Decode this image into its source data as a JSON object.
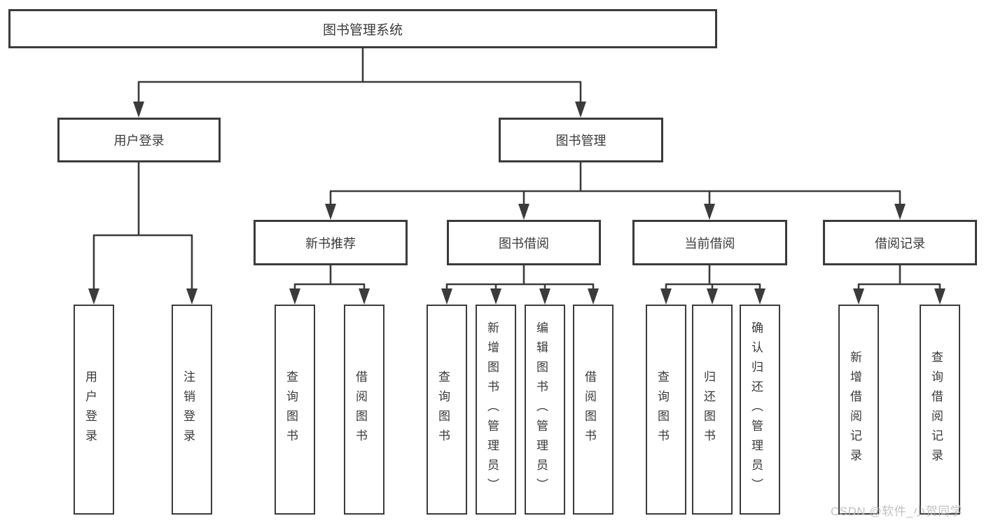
{
  "tree": {
    "label": "图书管理系统",
    "children": [
      {
        "label": "用户登录",
        "children": [
          {
            "label": "用户登录"
          },
          {
            "label": "注销登录"
          }
        ]
      },
      {
        "label": "图书管理",
        "children": [
          {
            "label": "新书推荐",
            "children": [
              {
                "label": "查询图书"
              },
              {
                "label": "借阅图书"
              }
            ]
          },
          {
            "label": "图书借阅",
            "children": [
              {
                "label": "查询图书"
              },
              {
                "label": "新增图书（管理员）"
              },
              {
                "label": "编辑图书（管理员）"
              },
              {
                "label": "借阅图书"
              }
            ]
          },
          {
            "label": "当前借阅",
            "children": [
              {
                "label": "查询图书"
              },
              {
                "label": "归还图书"
              },
              {
                "label": "确认归还（管理员）"
              }
            ]
          },
          {
            "label": "借阅记录",
            "children": [
              {
                "label": "新增借阅记录"
              },
              {
                "label": "查询借阅记录"
              }
            ]
          }
        ]
      }
    ]
  },
  "watermark": "CSDN @软件_小贺同学",
  "colors": {
    "line": "#3b3b3b",
    "text": "#3a3a3a",
    "watermark": "#bcbcbc",
    "background": "#ffffff"
  }
}
